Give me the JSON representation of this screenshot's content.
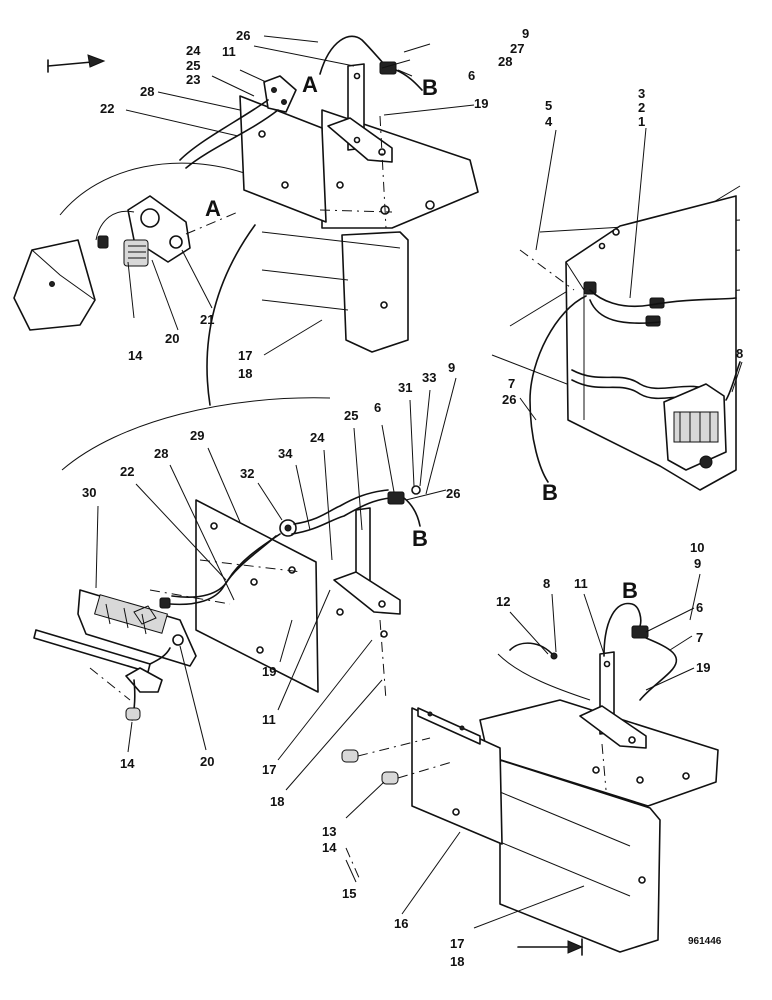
{
  "figure": {
    "reference_code": "961446",
    "callouts": {
      "top_left": [
        "26",
        "11",
        "24",
        "25",
        "23",
        "28",
        "22",
        "9",
        "27",
        "28",
        "6",
        "19",
        "17",
        "18",
        "14",
        "20",
        "21"
      ],
      "top_right": [
        "5",
        "4",
        "3",
        "2",
        "1",
        "8",
        "7",
        "26"
      ],
      "middle_left": [
        "29",
        "28",
        "22",
        "30",
        "32",
        "34",
        "24",
        "25",
        "6",
        "31",
        "33",
        "9",
        "26",
        "19",
        "11",
        "17",
        "18",
        "14",
        "20"
      ],
      "bottom_right": [
        "12",
        "8",
        "11",
        "10",
        "9",
        "6",
        "7",
        "19",
        "13",
        "14",
        "15",
        "16",
        "17",
        "18"
      ]
    },
    "connection_markers": {
      "a1": "A",
      "a2": "A",
      "b1": "B",
      "b2": "B",
      "b3": "B",
      "b4": "B"
    }
  }
}
